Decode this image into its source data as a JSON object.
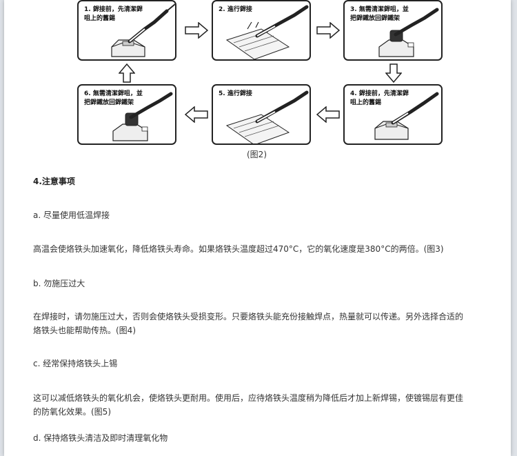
{
  "steps": [
    {
      "label": "1. 銲接前，先清潔銲咀上的舊錫"
    },
    {
      "label": "2. 進行銲接"
    },
    {
      "label": "3. 無需清潔銲咀，並把銲鐵放回銲鐵架"
    },
    {
      "label": "4. 銲接前，先清潔銲咀上的舊錫"
    },
    {
      "label": "5. 進行銲接"
    },
    {
      "label": "6. 無需清潔銲咀，並把銲鐵放回銲鐵架"
    }
  ],
  "figure_caption": "(图2)",
  "section_heading": "4.注意事项",
  "items": [
    {
      "title": "a. 尽量使用低温焊接",
      "body": [
        "高温会使烙铁头加速氧化，降低烙铁头寿命。如果烙铁头温度超过470°C，它的氧化速度是380°C的两倍。(图3)"
      ]
    },
    {
      "title": "b. 勿施压过大",
      "body": [
        "在焊接时，请勿施压过大，否则会使烙铁头受损变形。只要烙铁头能充份接触焊点，热量就可以传递。另外选择合适的",
        "烙铁头也能帮助传热。(图4)"
      ]
    },
    {
      "title": "c. 经常保持烙铁头上锡",
      "body": [
        "这可以减低烙铁头的氧化机会，使烙铁头更耐用。使用后，应待烙铁头温度稍为降低后才加上新焊锡，使镀锡层有更佳",
        "的防氧化效果。(图5)"
      ]
    },
    {
      "title": "d. 保持烙铁头清洁及即时清理氧化物",
      "body": []
    }
  ]
}
